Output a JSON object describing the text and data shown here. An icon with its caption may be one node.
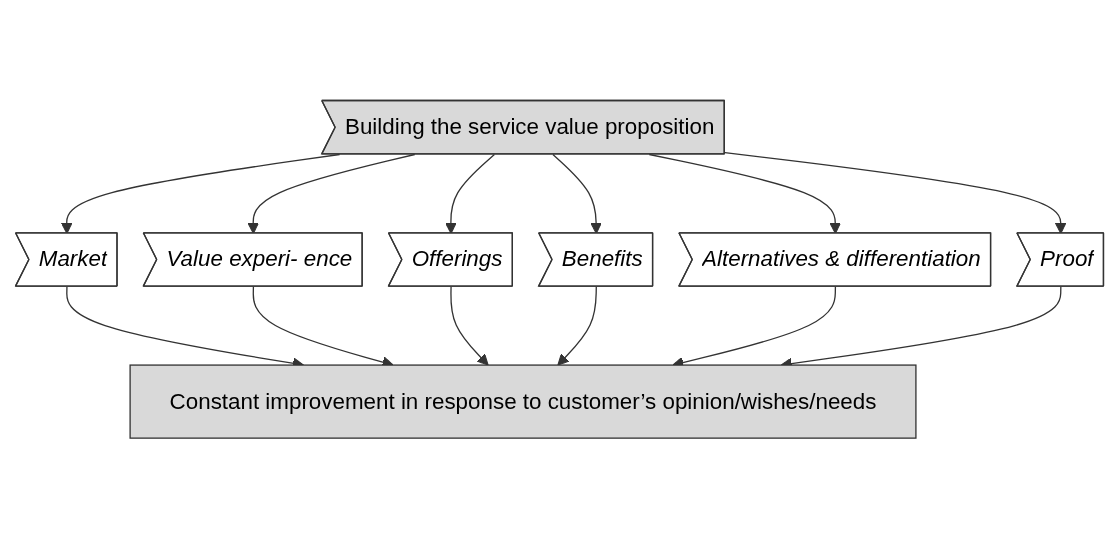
{
  "diagram": {
    "nodes": [
      {
        "text": [
          "Building the service value proposition"
        ]
      },
      {
        "text": [
          "Market"
        ]
      },
      {
        "text": [
          "Value experi- ence"
        ]
      },
      {
        "text": [
          "Offerings"
        ]
      },
      {
        "text": [
          "Benefits"
        ]
      },
      {
        "text": [
          "Alternatives & differentiation"
        ]
      },
      {
        "text": [
          "Proof"
        ]
      },
      {
        "text": [
          "Constant improvement in response to customer’s opinion/wishes/needs"
        ]
      }
    ],
    "edges": [
      {
        "from": 0,
        "to": 1,
        "arrow": "to"
      },
      {
        "from": 0,
        "to": 2,
        "arrow": "to"
      },
      {
        "from": 0,
        "to": 3,
        "arrow": "to"
      },
      {
        "from": 0,
        "to": 4,
        "arrow": "to"
      },
      {
        "from": 0,
        "to": 5,
        "arrow": "to"
      },
      {
        "from": 0,
        "to": 6,
        "arrow": "to"
      },
      {
        "from": 1,
        "to": 7,
        "arrow": "to"
      },
      {
        "from": 2,
        "to": 7,
        "arrow": "to"
      },
      {
        "from": 3,
        "to": 7,
        "arrow": "to"
      },
      {
        "from": 4,
        "to": 7,
        "arrow": "to"
      },
      {
        "from": 5,
        "to": 7,
        "arrow": "to"
      },
      {
        "from": 6,
        "to": 7,
        "arrow": "to"
      }
    ]
  }
}
